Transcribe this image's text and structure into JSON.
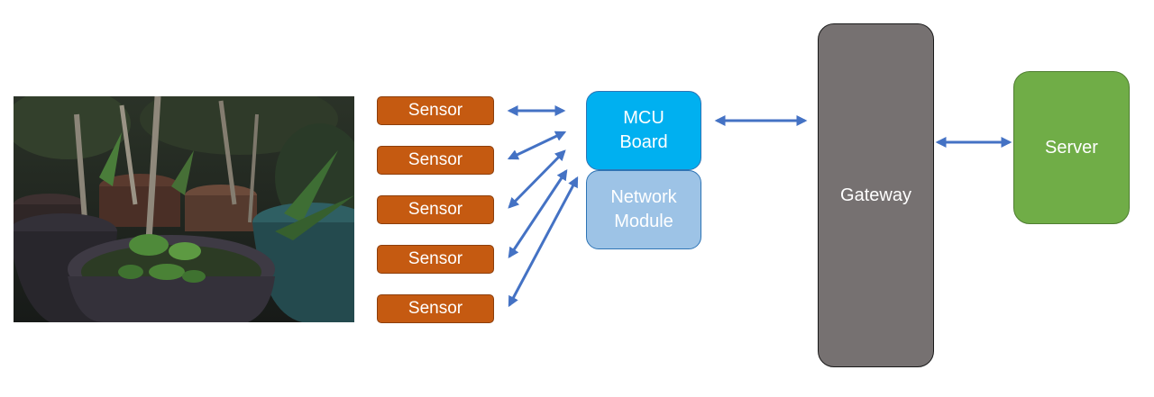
{
  "photo": {
    "icon": "potted-plants-photo"
  },
  "sensors": [
    "Sensor",
    "Sensor",
    "Sensor",
    "Sensor",
    "Sensor"
  ],
  "mcu": {
    "line1": "MCU",
    "line2": "Board"
  },
  "network": {
    "line1": "Network",
    "line2": "Module"
  },
  "gateway": {
    "label": "Gateway"
  },
  "server": {
    "label": "Server"
  },
  "colors": {
    "sensor": "#c55a11",
    "mcu": "#00b0f0",
    "network": "#9dc3e6",
    "gateway": "#767171",
    "server": "#70ad47",
    "arrow": "#4472c4"
  }
}
